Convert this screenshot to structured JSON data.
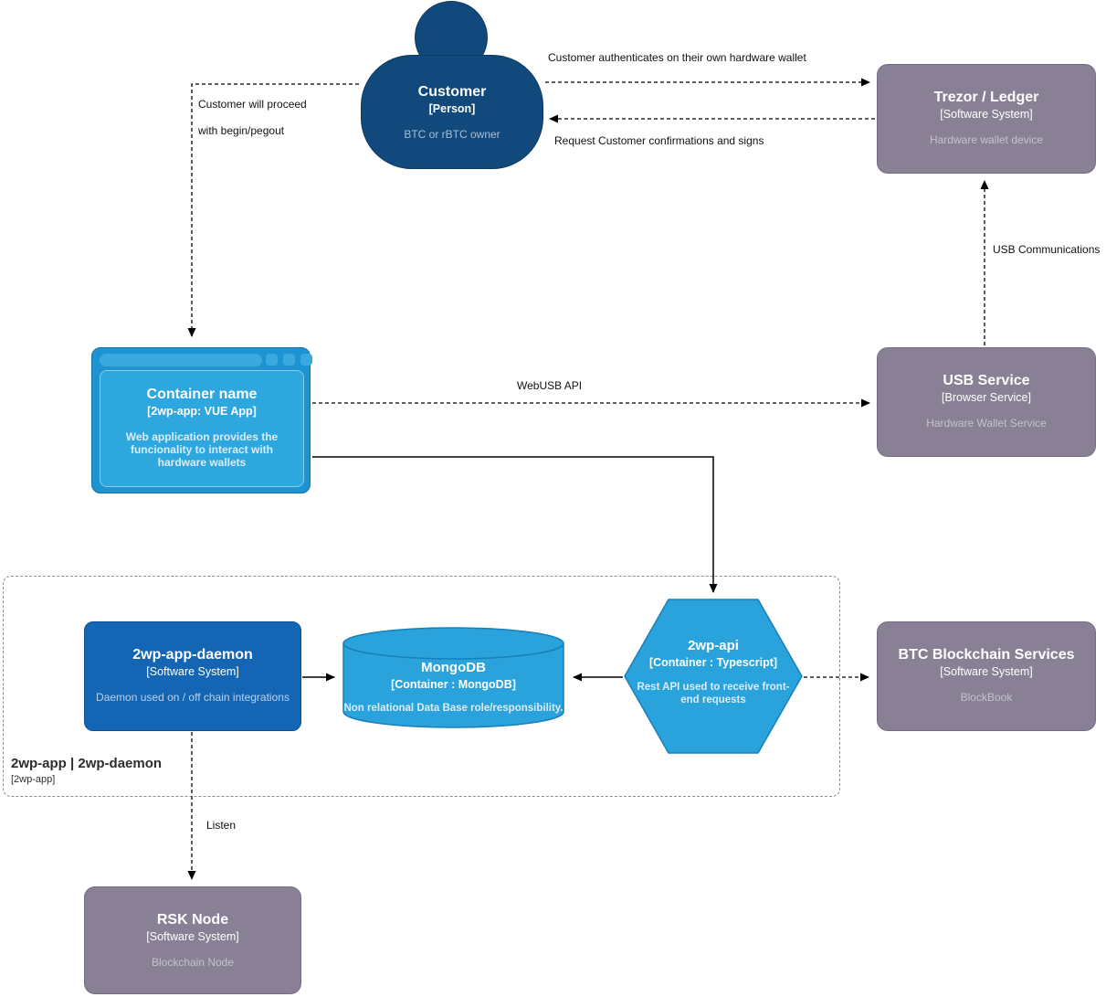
{
  "nodes": {
    "customer": {
      "title": "Customer",
      "subtitle": "[Person]",
      "desc": "BTC or rBTC owner"
    },
    "trezor": {
      "title": "Trezor / Ledger",
      "subtitle": "[Software System]",
      "desc": "Hardware wallet device"
    },
    "webapp": {
      "title": "Container name",
      "subtitle": "[2wp-app: VUE App]",
      "desc": "Web application provides the funcionality to interact with hardware wallets"
    },
    "usb": {
      "title": "USB Service",
      "subtitle": "[Browser Service]",
      "desc": "Hardware Wallet Service"
    },
    "daemon": {
      "title": "2wp-app-daemon",
      "subtitle": "[Software System]",
      "desc": "Daemon used on / off chain integrations"
    },
    "mongo": {
      "title": "MongoDB",
      "subtitle": "[Container : MongoDB]",
      "desc": "Non relational Data Base role/responsibility."
    },
    "api": {
      "title": "2wp-api",
      "subtitle": "[Container : Typescript]",
      "desc": "Rest API used to receive front-end requests"
    },
    "btc": {
      "title": "BTC Blockchain Services",
      "subtitle": "[Software System]",
      "desc": "BlockBook"
    },
    "rsk": {
      "title": "RSK Node",
      "subtitle": "[Software System]",
      "desc": "Blockchain Node"
    }
  },
  "group": {
    "title": "2wp-app | 2wp-daemon",
    "subtitle": "[2wp-app]"
  },
  "edges": {
    "auth": "Customer authenticates on their own hardware wallet",
    "confirm": "Request Customer confirmations and signs",
    "proceed_line1": "Customer will proceed",
    "proceed_line2": "with begin/pegout",
    "webusb": "WebUSB API",
    "usbcomm": "USB Communications",
    "listen": "Listen"
  },
  "colors": {
    "person_blue": "#12497c",
    "external_gray": "#8a8096",
    "system_blue": "#1565b5",
    "container_light_blue": "#2aa3dc",
    "edge_black": "#000000"
  }
}
